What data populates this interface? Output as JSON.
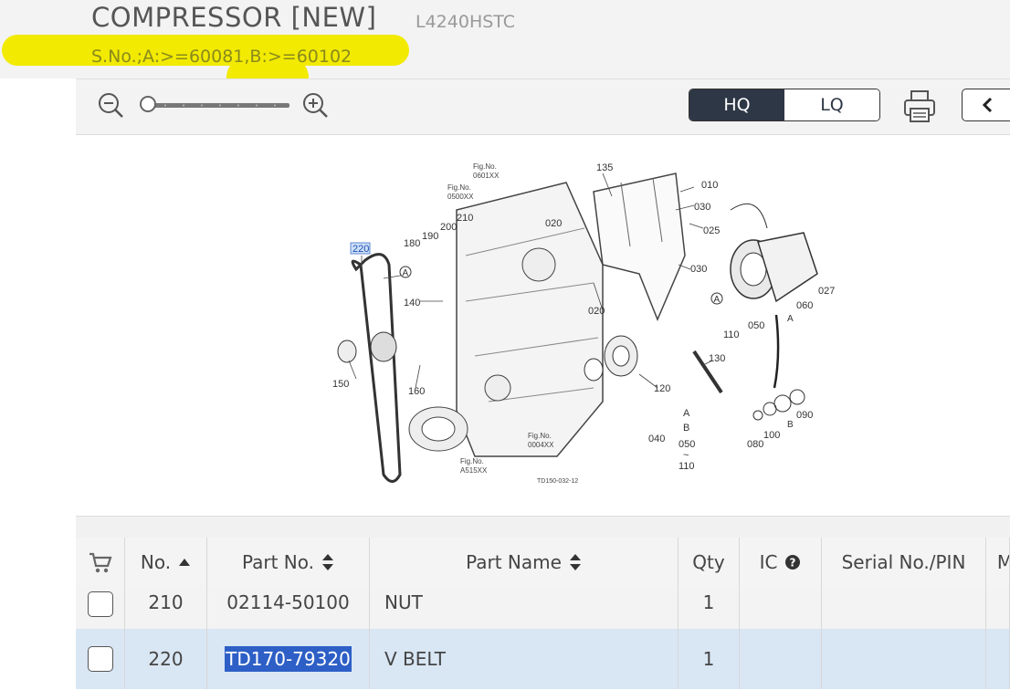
{
  "header": {
    "title": "COMPRESSOR [NEW]",
    "model": "L4240HSTC",
    "serial": "S.No.;A:>=60081,B:>=60102"
  },
  "toolbar": {
    "hq_label": "HQ",
    "lq_label": "LQ",
    "zoom_level": 0
  },
  "diagram": {
    "callouts": [
      "220",
      "180",
      "190",
      "200",
      "210",
      "140",
      "150",
      "160",
      "135",
      "010",
      "030",
      "025",
      "020",
      "030",
      "020",
      "120",
      "130",
      "110",
      "050",
      "060",
      "027",
      "090",
      "100",
      "080",
      "040",
      "A",
      "B",
      "050",
      "~",
      "110"
    ],
    "fig_refs": [
      "Fig.No.",
      "0601XX",
      "Fig.No.",
      "0500XX",
      "Fig.No.",
      "0004XX",
      "Fig.No.",
      "A515XX"
    ],
    "marker_a": "A",
    "marker_b": "B",
    "drawing_code": "TD150-032-12",
    "highlighted_callout": "220"
  },
  "table": {
    "headers": {
      "cart": "cart-icon",
      "no": "No.",
      "part_no": "Part No.",
      "part_name": "Part Name",
      "qty": "Qty",
      "ic": "IC",
      "serial": "Serial No./PIN",
      "more": "M"
    },
    "rows": [
      {
        "no": "210",
        "part_no": "02114-50100",
        "part_name": "NUT",
        "qty": "1",
        "ic": "",
        "serial": ""
      },
      {
        "no": "220",
        "part_no": "TD170-79320",
        "part_name": "V BELT",
        "qty": "1",
        "ic": "",
        "serial": ""
      }
    ]
  },
  "colors": {
    "highlight_yellow": "#f2ea00",
    "hq_active": "#2e3746",
    "selected_row": "#d9e6f4",
    "selection": "#2d5fc6"
  }
}
